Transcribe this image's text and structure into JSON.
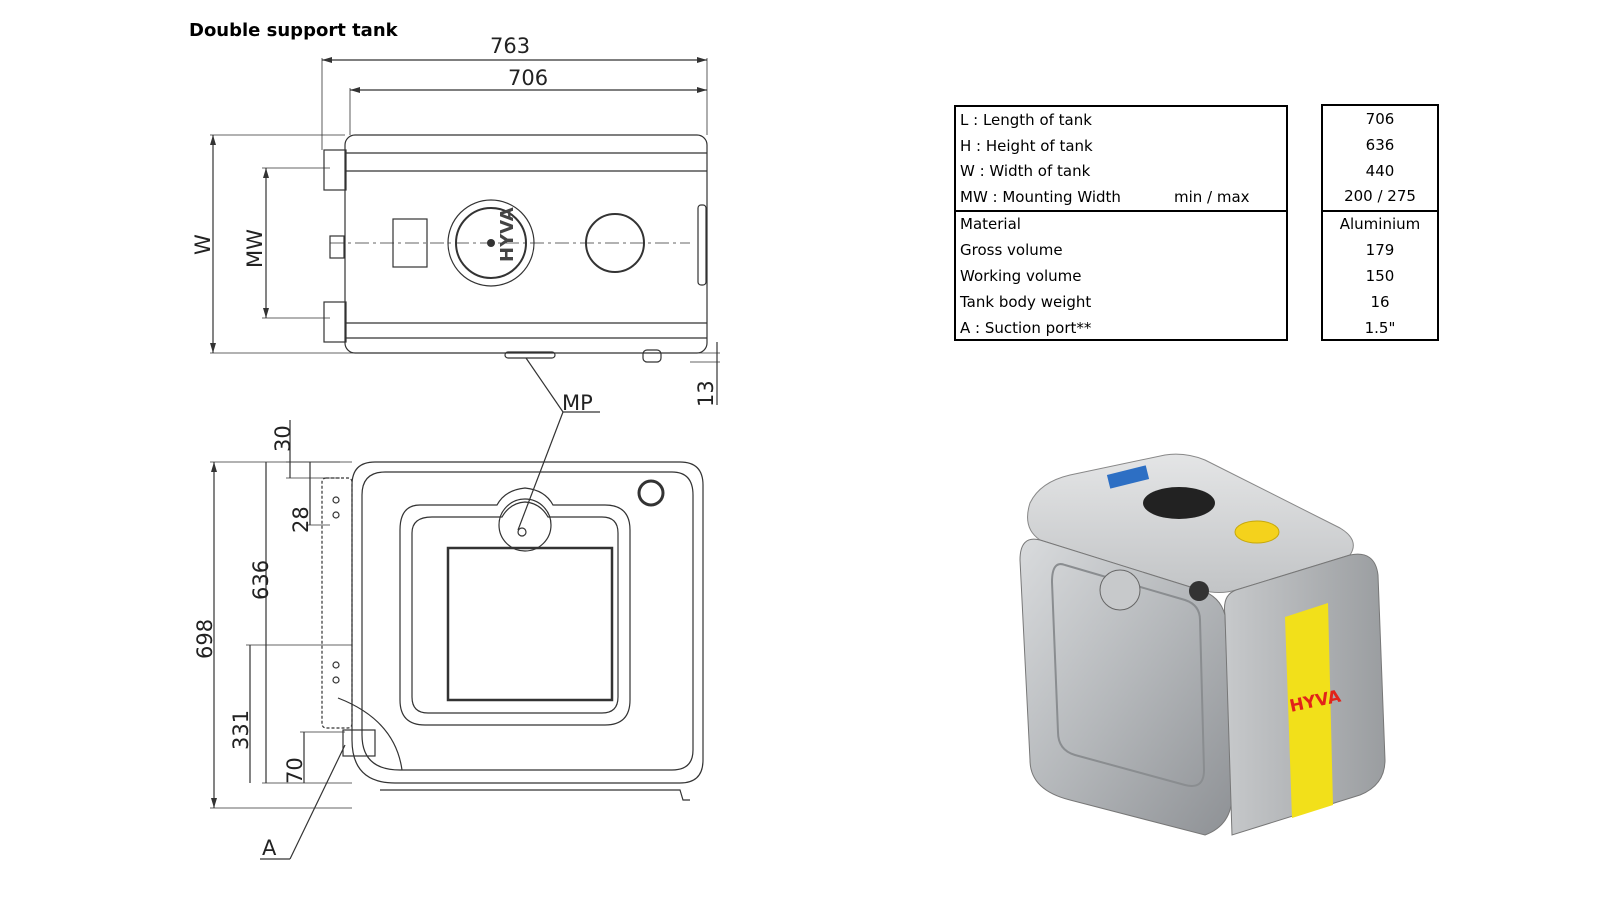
{
  "title": "Double support tank",
  "drawing": {
    "dim_763": "763",
    "dim_706": "706",
    "dim_W": "W",
    "dim_MW": "MW",
    "dim_13": "13",
    "dim_MP": "MP",
    "dim_30": "30",
    "dim_28": "28",
    "dim_636": "636",
    "dim_698": "698",
    "dim_331": "331",
    "dim_70": "70",
    "dim_A": "A",
    "lid_logo": "HYVA"
  },
  "specs": {
    "labels": [
      "L : Length of tank",
      "H : Height of tank",
      "W : Width of tank",
      "MW : Mounting Width",
      "Material",
      "Gross volume",
      "Working volume",
      "Tank body weight",
      "A : Suction port**"
    ],
    "minmax": "min / max",
    "values": [
      "706",
      "636",
      "440",
      "200 / 275",
      "Aluminium",
      "179",
      "150",
      "16",
      "1.5\""
    ]
  },
  "product": {
    "brand": "HYVA",
    "colors": {
      "body": "#b9bcbf",
      "stripe": "#f2e01a",
      "brand_red": "#e2231a"
    }
  }
}
